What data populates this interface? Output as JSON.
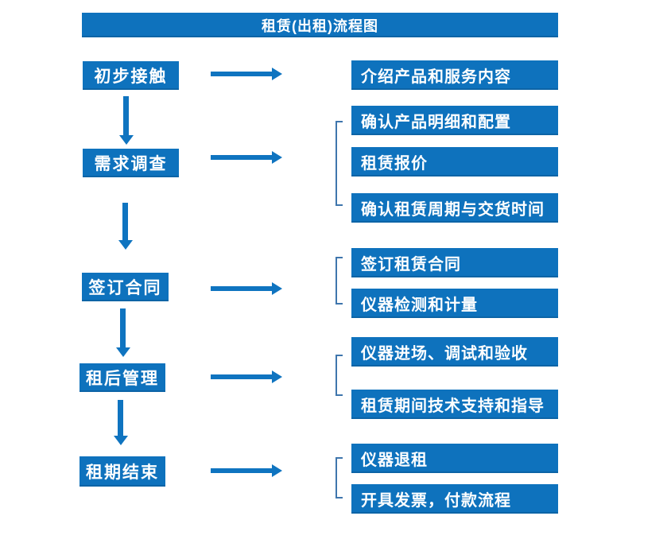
{
  "title": "租赁(出租)流程图",
  "colors": {
    "box_blue": "#0e72bd",
    "arrow_blue": "#0f74c0",
    "bracket_blue": "#3f76ad",
    "text_white": "#ffffff"
  },
  "flow": {
    "steps": [
      {
        "label": "初步接触",
        "outputs": [
          "介绍产品和服务内容"
        ]
      },
      {
        "label": "需求调查",
        "outputs": [
          "确认产品明细和配置",
          "租赁报价",
          "确认租赁周期与交货时间"
        ]
      },
      {
        "label": "签订合同",
        "outputs": [
          "签订租赁合同",
          "仪器检测和计量"
        ]
      },
      {
        "label": "租后管理",
        "outputs": [
          "仪器进场、调试和验收",
          "租赁期间技术支持和指导"
        ]
      },
      {
        "label": "租期结束",
        "outputs": [
          "仪器退租",
          "开具发票，付款流程"
        ]
      }
    ]
  }
}
